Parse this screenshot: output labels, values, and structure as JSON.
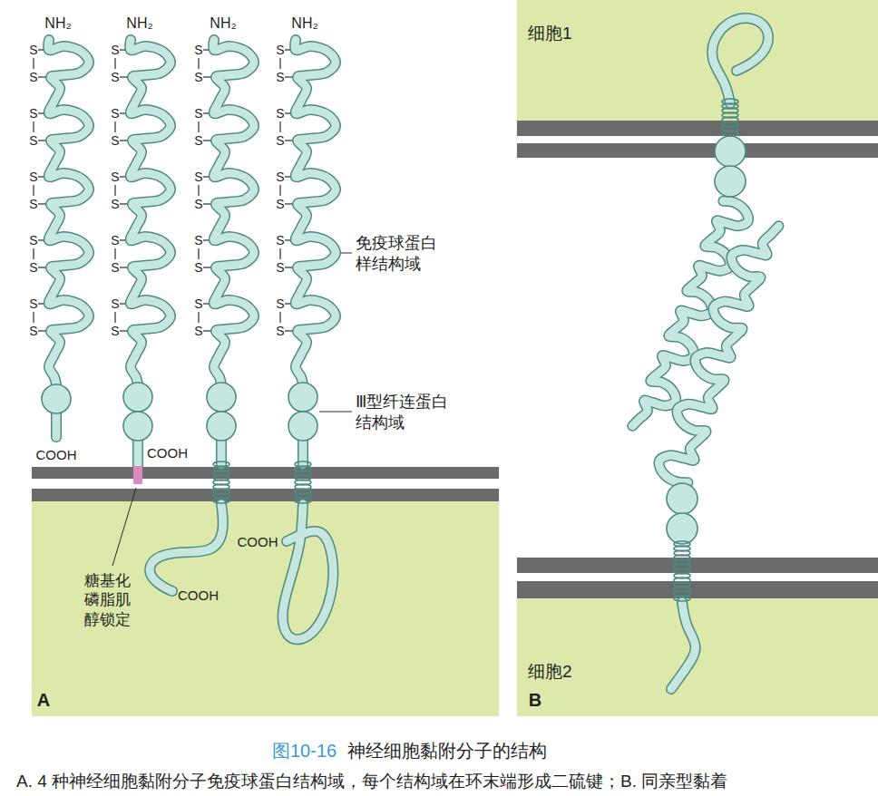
{
  "diagram": {
    "caption": "神经细胞黏附分子的结构",
    "nodes": [
      {
        "text": [
          "细胞1"
        ]
      },
      {
        "text": [
          "细胞2"
        ]
      }
    ],
    "labels": [
      "A",
      "NH₂",
      "NH₂",
      "NH₂",
      "NH₂",
      "S",
      "S",
      "S",
      "S",
      "S",
      "S",
      "S",
      "S",
      "S",
      "S",
      "S",
      "S",
      "S",
      "S",
      "S",
      "S",
      "S",
      "S",
      "S",
      "S",
      "S",
      "S",
      "S",
      "S",
      "S",
      "S",
      "S",
      "S",
      "S",
      "S",
      "S",
      "S",
      "S",
      "S",
      "S",
      "S",
      "S",
      "S",
      "S",
      "S",
      "免疫球蛋白样结构域",
      "Ⅲ型纤连蛋白结构域",
      "COOH",
      "COOH",
      "COOH",
      "COOH",
      "糖基化磷脂肌醇锁定",
      "B",
      "图10-16",
      "A. 4 种神经细胞黏附分子免疫球蛋白结构域，每个结构域在环末端形成二硫键；B. 同亲型黏着"
    ]
  }
}
